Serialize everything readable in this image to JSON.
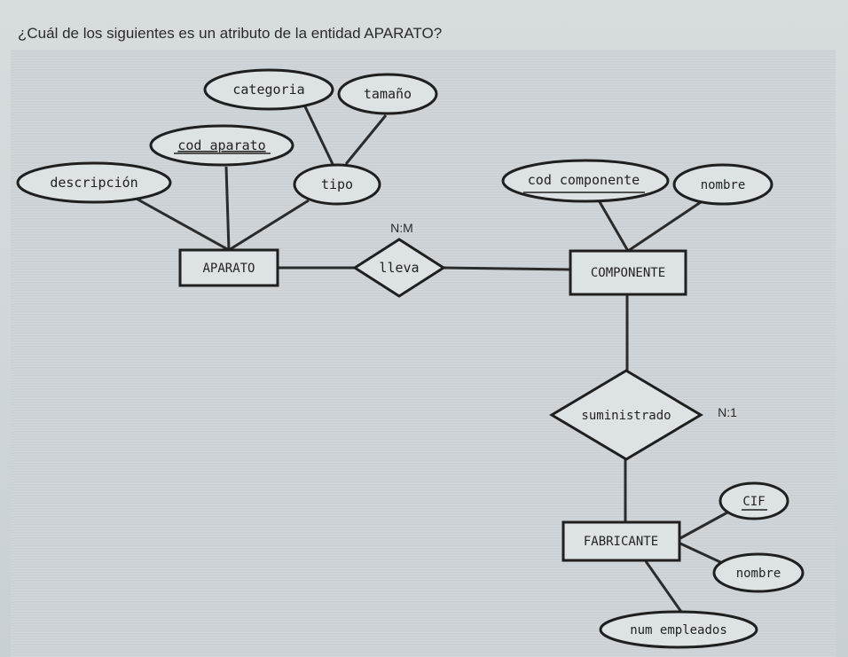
{
  "question": "¿Cuál de los siguientes es un atributo de la entidad APARATO?",
  "entities": {
    "aparato": "APARATO",
    "componente": "COMPONENTE",
    "fabricante": "FABRICANTE"
  },
  "relationships": {
    "lleva": "lleva",
    "suministrado": "suministrado"
  },
  "cardinalities": {
    "lleva": "N:M",
    "suministrado": "N:1"
  },
  "attributes": {
    "categoria": "categoria",
    "tamano": "tamaño",
    "cod_aparato": "cod aparato",
    "descripcion": "descripción",
    "tipo": "tipo",
    "cod_componente": "cod componente",
    "nombre_componente": "nombre",
    "cif": "CIF",
    "nombre_fabricante": "nombre",
    "num_empleados": "num empleados"
  }
}
